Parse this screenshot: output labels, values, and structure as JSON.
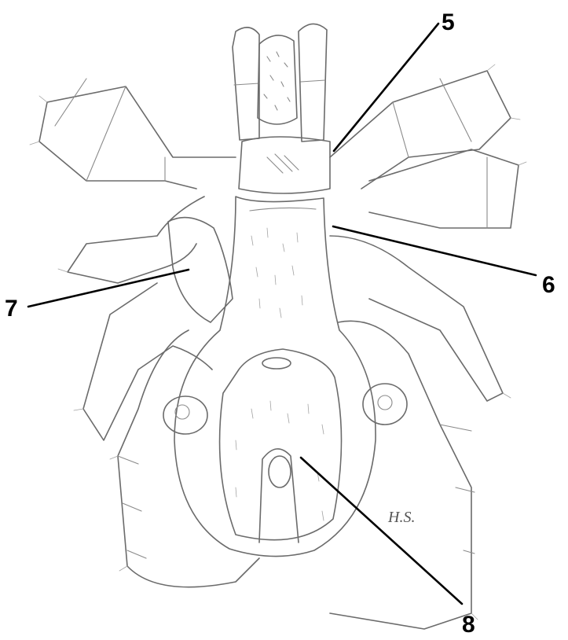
{
  "labels": [
    "5",
    "6",
    "7",
    "8"
  ],
  "signature": "H.S."
}
